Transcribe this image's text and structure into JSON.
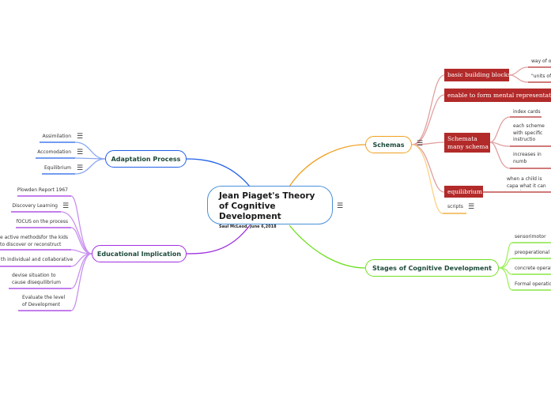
{
  "central": {
    "title_line1": "Jean Piaget's Theory",
    "title_line2": "of Cognitive Development",
    "subtitle": "Saul McLeod, June 6,2018"
  },
  "colors": {
    "adaptation": "#2060e8",
    "education": "#a030e0",
    "schemas": "#f0a020",
    "stages": "#70e020",
    "schema_box": "#b22a2a",
    "central": "#4a90d9"
  },
  "adaptation": {
    "label": "Adaptation Process",
    "items": [
      "Assimilation",
      "Accomodation",
      "Equilibrium"
    ]
  },
  "education": {
    "label": "Educational Implication",
    "items": [
      "Plowden Report 1967",
      "Discovery Learning",
      "fOCUS on the process",
      "e active methodsfor the kids to discover or reconstruct",
      "th individual and collaborative",
      "devise situation to cause disequilibrium",
      "Evaluate the level of Development"
    ]
  },
  "schemas": {
    "label": "Schemas",
    "basic": {
      "label": "basic building blocks",
      "items": [
        "way of o",
        "\"units of"
      ]
    },
    "enable": {
      "label": "enable to form mental representation"
    },
    "schemata": {
      "label_line1": "Schemata",
      "label_line2": "many schema",
      "items": [
        "index cards",
        "each scheme with specific instructio incoming informa",
        "increases in numb processes"
      ]
    },
    "equilibrium": {
      "label": "equilibrium",
      "items": [
        "when a child is capa what it can perceive"
      ]
    },
    "scripts": "scripts"
  },
  "stages": {
    "label": "Stages of Cognitive Development",
    "items": [
      "sensorimotor",
      "preoperational s",
      "concrete operat",
      "Formal operation"
    ]
  },
  "icons": {
    "menu": "☰"
  }
}
